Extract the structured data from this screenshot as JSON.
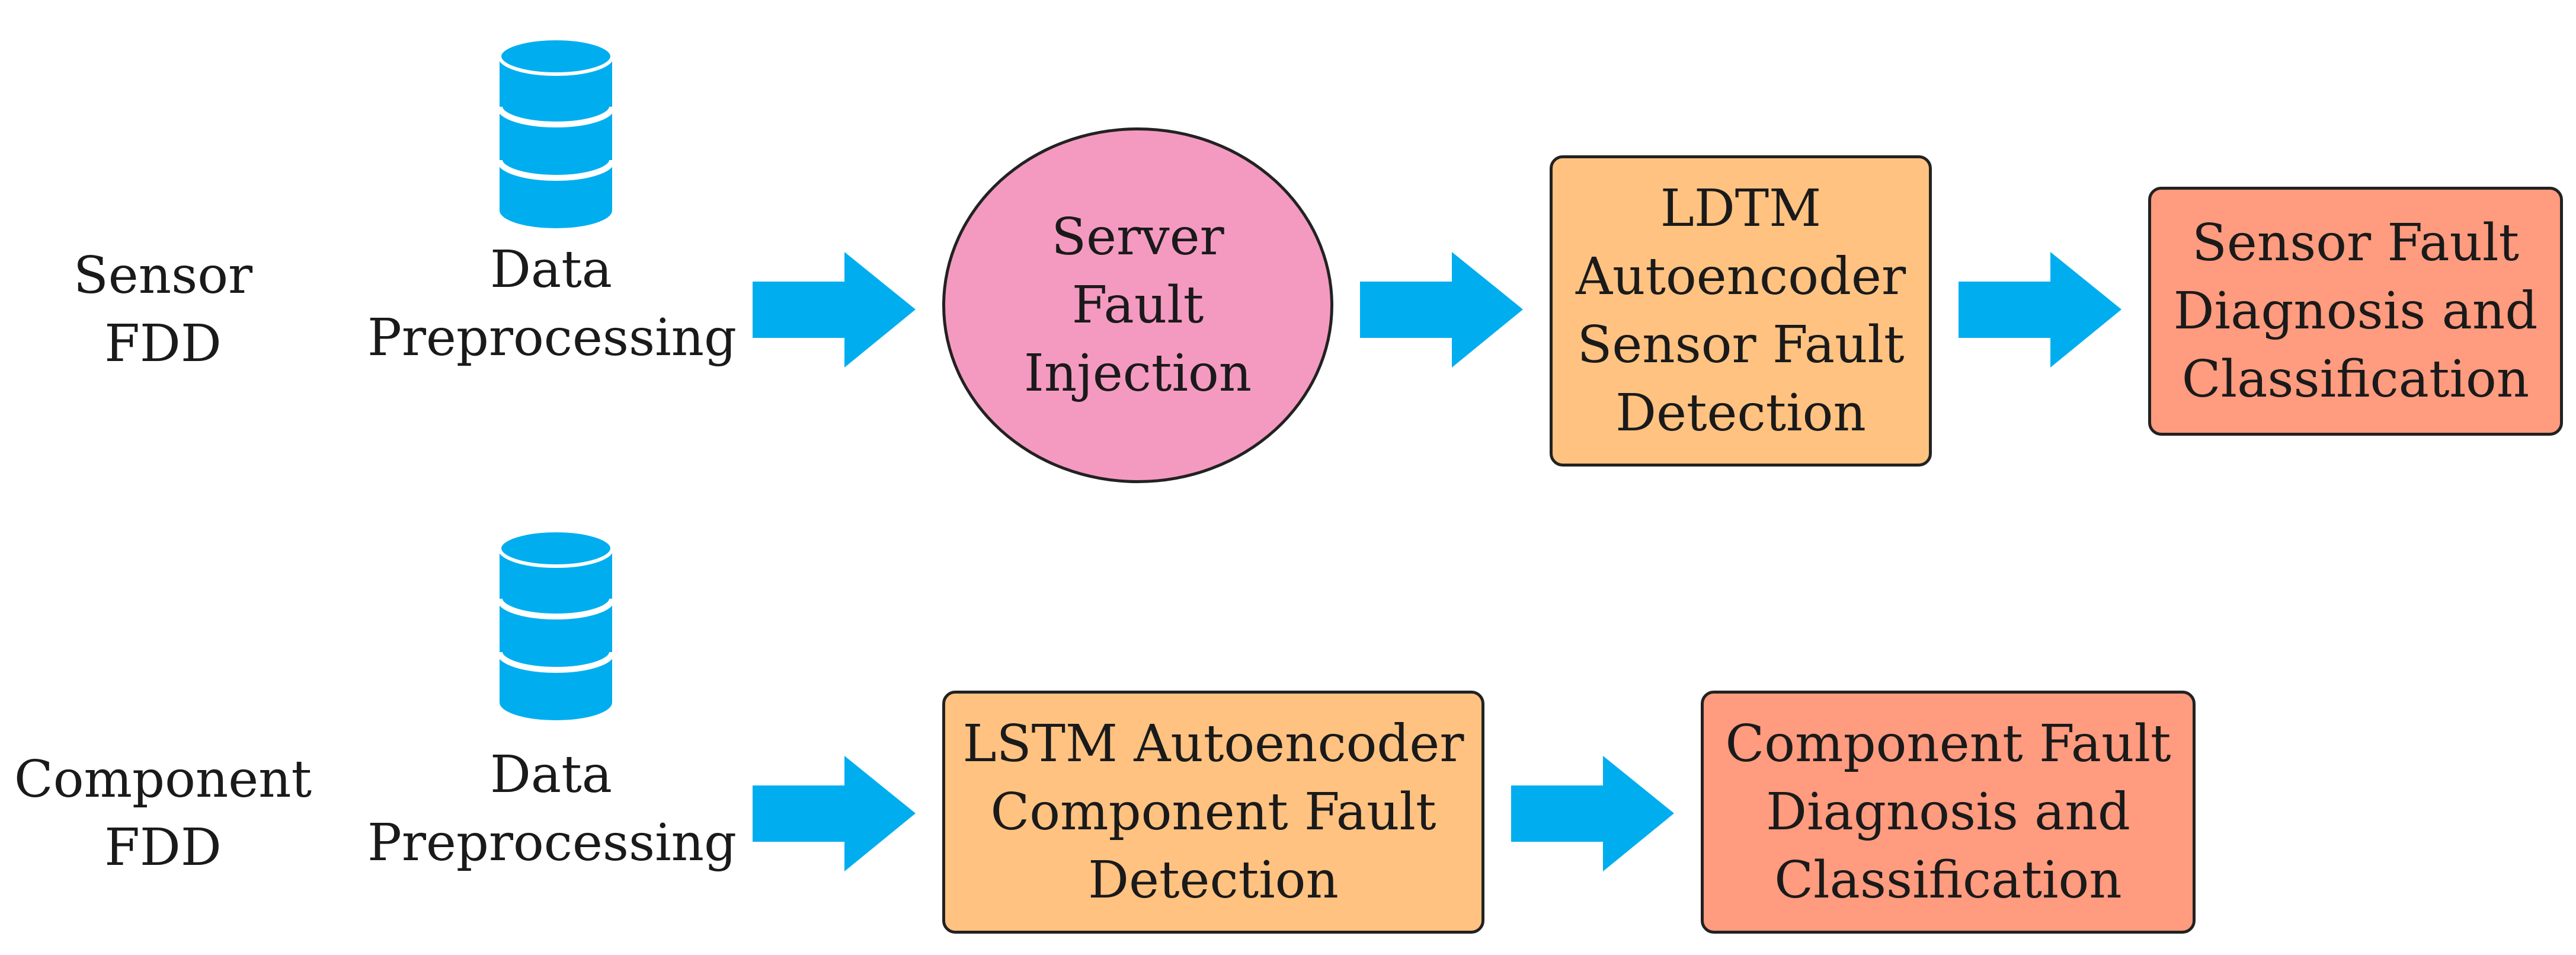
{
  "colors": {
    "arrow": "#00aeef",
    "database": "#00aeef",
    "ellipse_fill": "#f49ac1",
    "detection_fill": "#ffc281",
    "diagnosis_fill": "#ff9b7e",
    "stroke": "#222222"
  },
  "icons": {
    "database": "database-icon",
    "arrow": "right-arrow-icon"
  },
  "rows": [
    {
      "label": [
        "Sensor",
        "FDD"
      ],
      "preprocessing": [
        "Data",
        "Preprocessing"
      ],
      "injection": [
        "Server",
        "Fault",
        "Injection"
      ],
      "detection": [
        "LDTM",
        "Autoencoder",
        "Sensor Fault",
        "Detection"
      ],
      "diagnosis": [
        "Sensor Fault",
        "Diagnosis and",
        "Classification"
      ]
    },
    {
      "label": [
        "Component",
        "FDD"
      ],
      "preprocessing": [
        "Data",
        "Preprocessing"
      ],
      "detection": [
        "LSTM Autoencoder",
        "Component Fault",
        "Detection"
      ],
      "diagnosis": [
        "Component Fault",
        "Diagnosis and",
        "Classification"
      ]
    }
  ]
}
